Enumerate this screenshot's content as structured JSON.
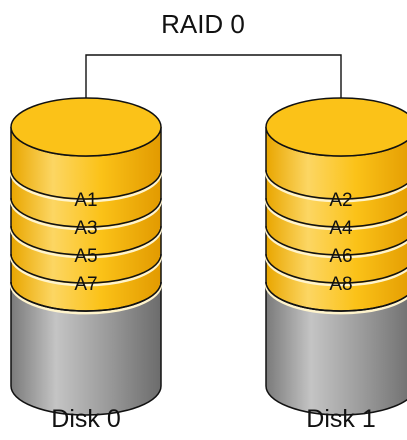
{
  "title": "RAID 0",
  "colors": {
    "stripe": "#fbc218",
    "stripe_dark": "#f0a800",
    "stripe_light": "#fcd663",
    "empty_body": "#9c9c9c",
    "outline": "#111111"
  },
  "disks": [
    {
      "label": "Disk 0",
      "blocks": [
        "A1",
        "A3",
        "A5",
        "A7"
      ]
    },
    {
      "label": "Disk 1",
      "blocks": [
        "A2",
        "A4",
        "A6",
        "A8"
      ]
    }
  ]
}
